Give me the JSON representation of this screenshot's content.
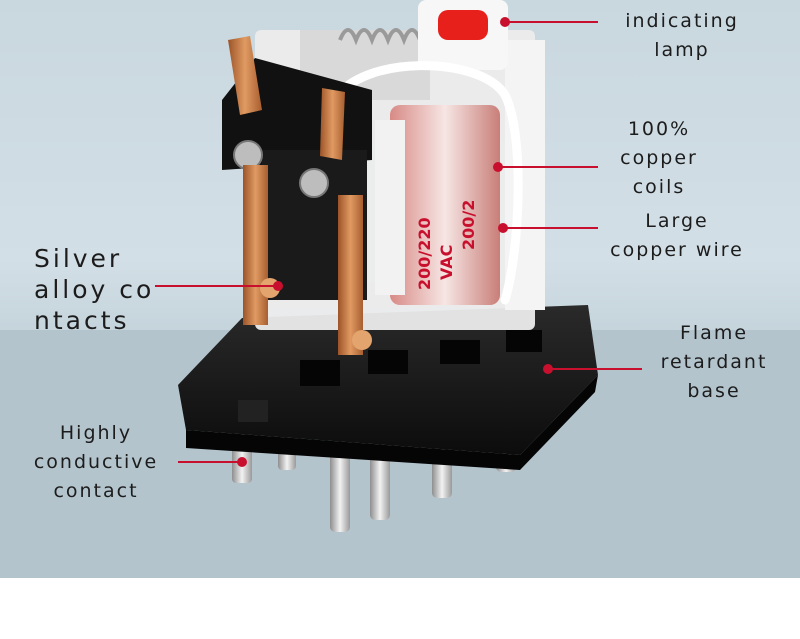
{
  "labels": {
    "lamp": [
      "indicating",
      "lamp"
    ],
    "coils": [
      "100%",
      "copper",
      "coils"
    ],
    "wire": [
      "Large",
      "copper wire"
    ],
    "contacts": [
      "Silver",
      "alloy co",
      "ntacts"
    ],
    "base": [
      "Flame",
      "retardant",
      "base"
    ],
    "conductive": [
      "Highly",
      "conductive",
      "contact"
    ]
  },
  "coil_print": [
    "200/220",
    "VAC",
    "200/2"
  ],
  "colors": {
    "leader": "#c8102e",
    "copper": "#c9793f",
    "base": "#161616",
    "lamp": "#e8201c"
  }
}
